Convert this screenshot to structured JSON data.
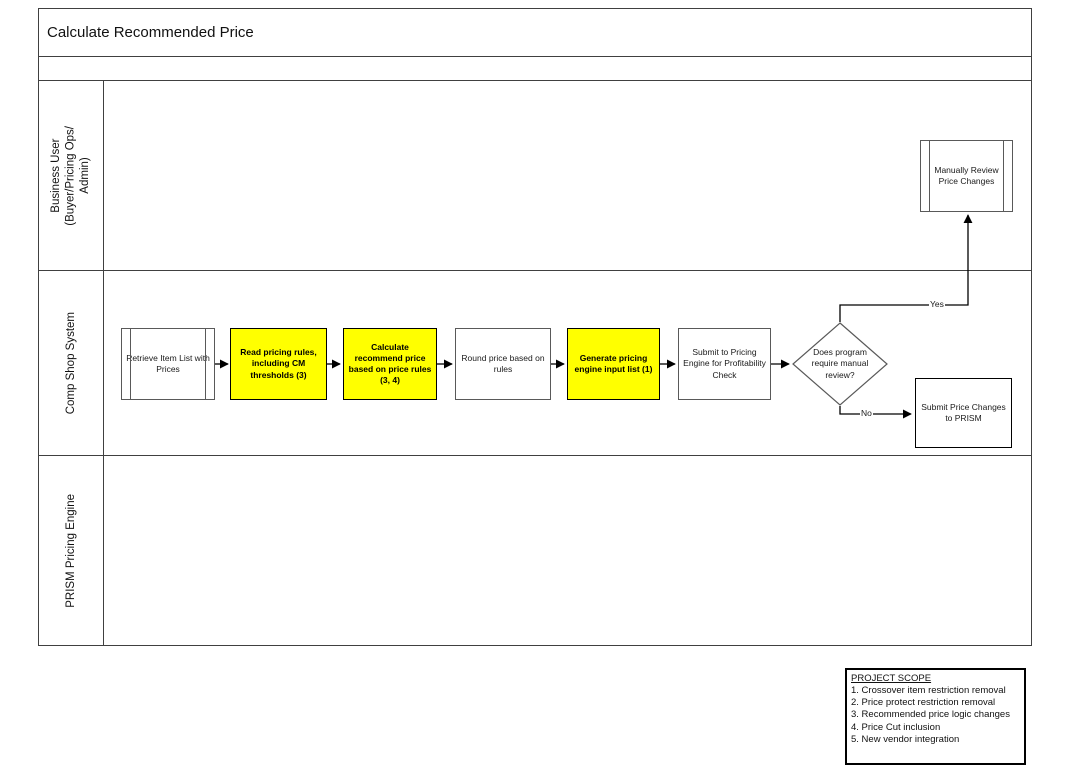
{
  "title": "Calculate Recommended Price",
  "lanes": [
    {
      "label": "Business User\n(Buyer/Pricing Ops/\nAdmin)"
    },
    {
      "label": "Comp Shop System"
    },
    {
      "label": "PRISM Pricing Engine"
    }
  ],
  "nodes": {
    "retrieve_item_list": {
      "label": "Retrieve Item List with Prices",
      "shape": "predefined-process",
      "highlighted": false
    },
    "read_pricing_rules": {
      "label": "Read pricing rules, including CM thresholds (3)",
      "shape": "process",
      "highlighted": true
    },
    "calculate_recommend_price": {
      "label": "Calculate recommend price based on price rules (3, 4)",
      "shape": "process",
      "highlighted": true
    },
    "round_price": {
      "label": "Round price based on rules",
      "shape": "process",
      "highlighted": false
    },
    "generate_input_list": {
      "label": "Generate pricing engine input list (1)",
      "shape": "process",
      "highlighted": true
    },
    "submit_to_pricing_engine": {
      "label": "Submit to Pricing Engine for Profitability Check",
      "shape": "process",
      "highlighted": false
    },
    "manual_review_decision": {
      "label": "Does program require manual review?",
      "shape": "decision",
      "highlighted": false
    },
    "submit_price_changes": {
      "label": "Submit Price Changes to PRISM",
      "shape": "process",
      "highlighted": false
    },
    "manually_review_price_changes": {
      "label": "Manually Review Price Changes",
      "shape": "predefined-process",
      "highlighted": false
    }
  },
  "edges": {
    "yes_label": "Yes",
    "no_label": "No"
  },
  "scope": {
    "heading": "PROJECT SCOPE",
    "items": [
      "1. Crossover item restriction removal",
      "2. Price protect restriction removal",
      "3. Recommended price logic changes",
      "4. Price Cut inclusion",
      "5. New vendor integration"
    ]
  },
  "colors": {
    "highlight_fill": "#ffff00",
    "frame_border": "#404040",
    "box_border_gray": "#595959",
    "box_border_black": "#000000"
  }
}
